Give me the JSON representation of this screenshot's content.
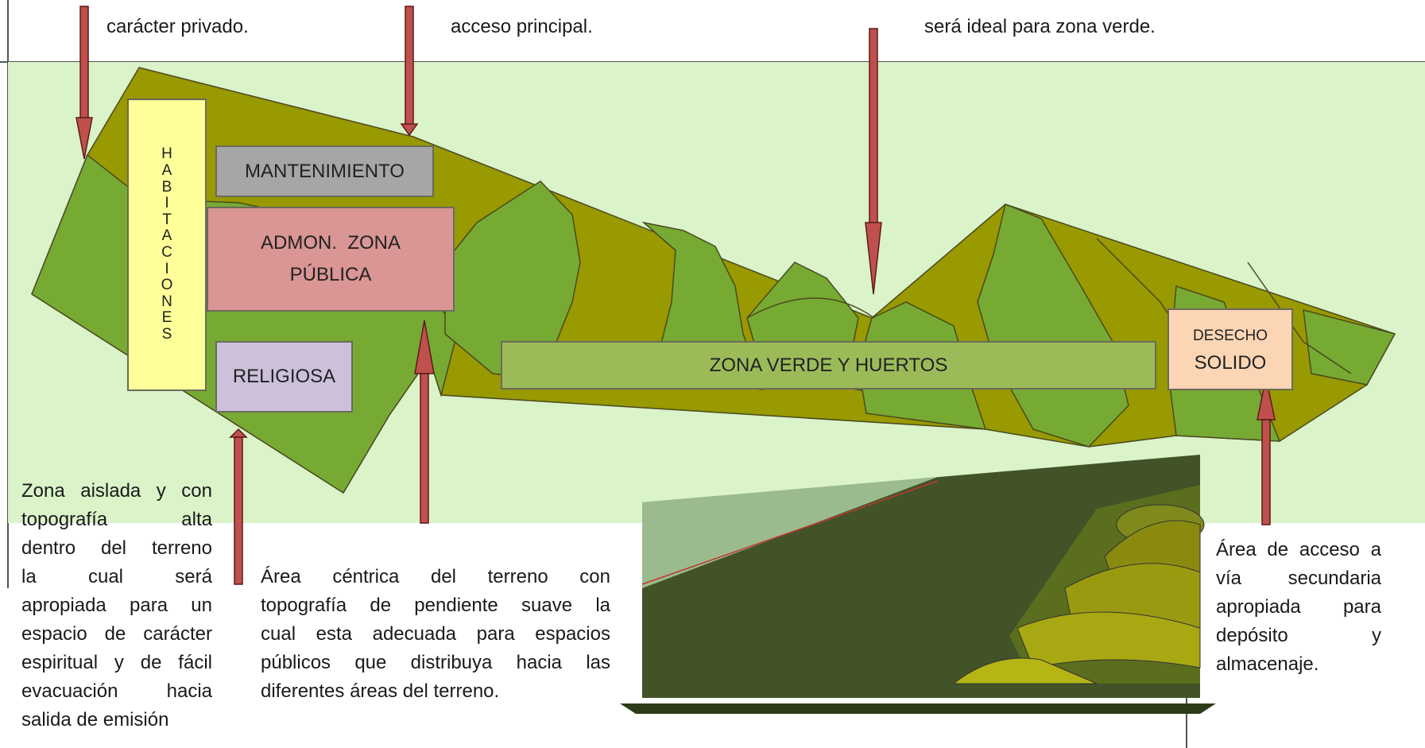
{
  "top_notes": {
    "left_line2": "carácter privado.",
    "center_line2": "acceso principal.",
    "right_line2": "será ideal para zona verde."
  },
  "zones": {
    "mantenimiento": "MANTENIMIENTO",
    "admon_line1": "ADMON.  ZONA",
    "admon_line2": "PÚBLICA",
    "religiosa": "RELIGIOSA",
    "zona_verde": "ZONA VERDE Y HUERTOS",
    "desecho_line1": "DESECHO",
    "desecho_line2": "SOLIDO",
    "habitaciones_letters": [
      "H",
      "A",
      "B",
      "I",
      "T",
      "A",
      "C",
      "I",
      "O",
      "N",
      "E",
      "S"
    ]
  },
  "notes": {
    "religiosa_lines": [
      "Zona aislada y con",
      "topografía alta",
      "dentro del terreno",
      "la cual será",
      "apropiada para un",
      "espacio de carácter",
      "espiritual y de fácil",
      "evacuación hacia",
      "salida de emisión"
    ],
    "central_lines": [
      "Área céntrica del terreno con",
      "topografía de pendiente suave la",
      "cual esta adecuada para espacios",
      "públicos que distribuya hacia las",
      "diferentes áreas del terreno."
    ],
    "acceso_lines": [
      "Área de acceso a",
      "vía secundaria",
      "apropiada para",
      "depósito y",
      "almacenaje."
    ]
  },
  "colors": {
    "background_green": "#daf3c9",
    "olive": "#999900",
    "light_green": "#77aa33",
    "arrow": "#c0504d",
    "mantenimiento": "#a6a6a6",
    "admon": "#d99694",
    "religiosa": "#ccc0da",
    "zona_verde": "#9bbb59",
    "desecho": "#fcd5b4",
    "habitaciones": "#ffff99"
  }
}
